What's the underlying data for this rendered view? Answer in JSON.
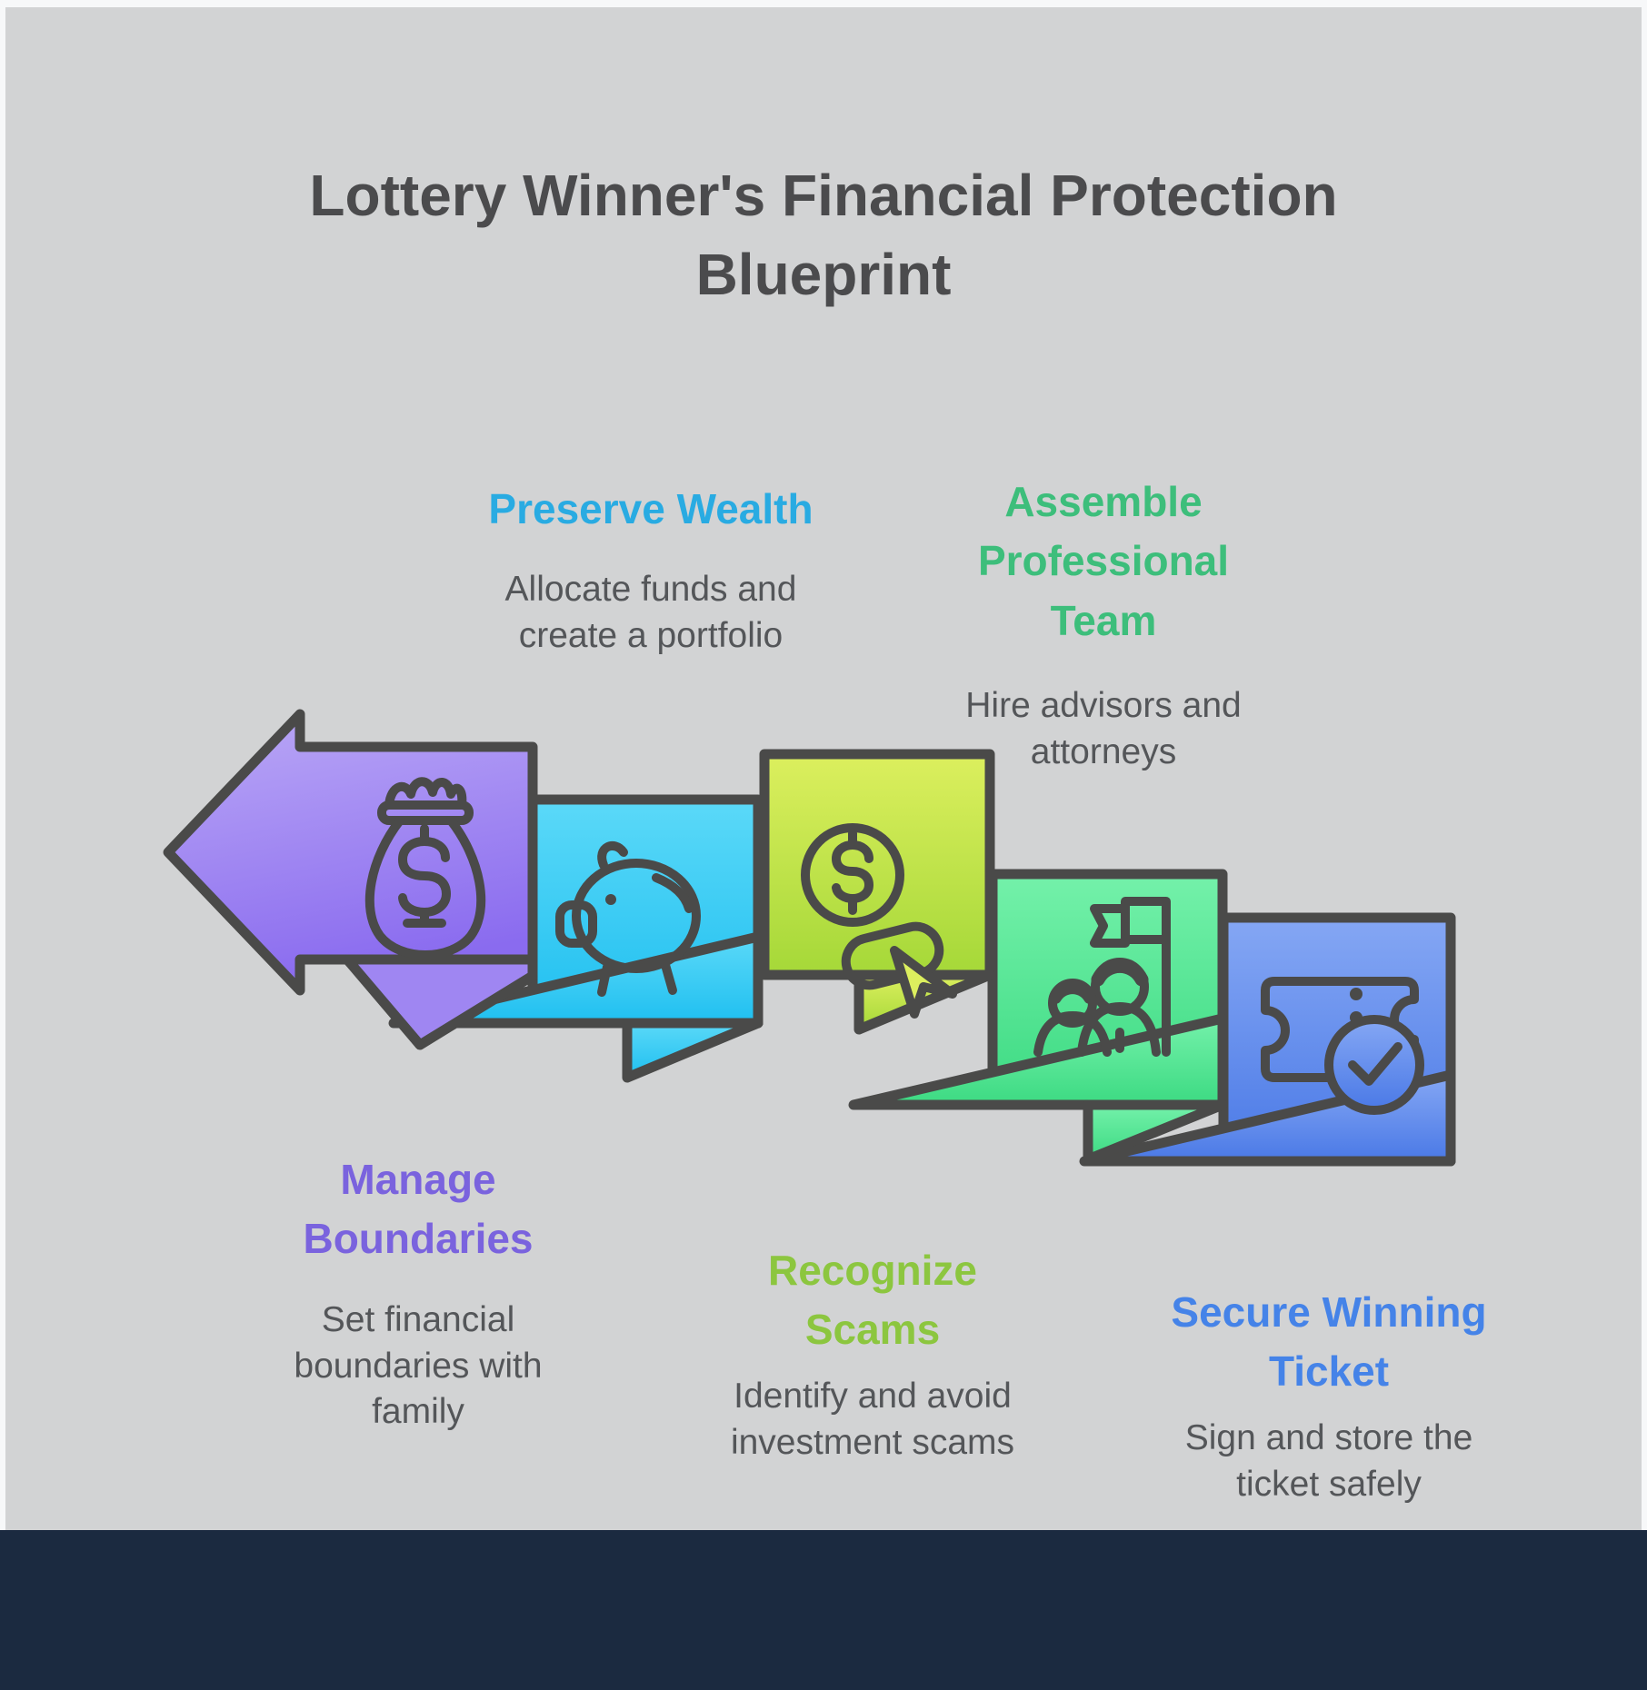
{
  "title": "Lottery Winner's Financial Protection Blueprint",
  "steps": [
    {
      "id": "manage-boundaries",
      "label": "Manage Boundaries",
      "description": "Set financial boundaries with family",
      "accent_color": "#7A63DE",
      "icon": "money-bag-icon",
      "label_position": "bottom-left"
    },
    {
      "id": "preserve-wealth",
      "label": "Preserve Wealth",
      "description": "Allocate funds and create a portfolio",
      "accent_color": "#29ABE2",
      "icon": "piggy-bank-icon",
      "label_position": "top-left"
    },
    {
      "id": "recognize-scams",
      "label": "Recognize Scams",
      "description": "Identify and avoid investment scams",
      "accent_color": "#8CC63F",
      "icon": "dollar-click-icon",
      "label_position": "bottom-center"
    },
    {
      "id": "assemble-professional-team",
      "label": "Assemble Professional Team",
      "description": "Hire advisors and attorneys",
      "accent_color": "#3DBE7B",
      "icon": "team-flag-icon",
      "label_position": "top-right"
    },
    {
      "id": "secure-winning-ticket",
      "label": "Secure Winning Ticket",
      "description": "Sign and store the ticket safely",
      "accent_color": "#4583E8",
      "icon": "ticket-check-icon",
      "label_position": "bottom-right"
    }
  ],
  "colors": {
    "title": "#4B4B4D",
    "description_text": "#545659",
    "purple": "#7A63DE",
    "cyan": "#29ABE2",
    "lime": "#8CC63F",
    "green": "#3DBE7B",
    "blue": "#4583E8",
    "outline": "#4A4A49",
    "background": "#D2D3D4",
    "frame": "#F7F8F9",
    "footer": "#1B2A40"
  }
}
